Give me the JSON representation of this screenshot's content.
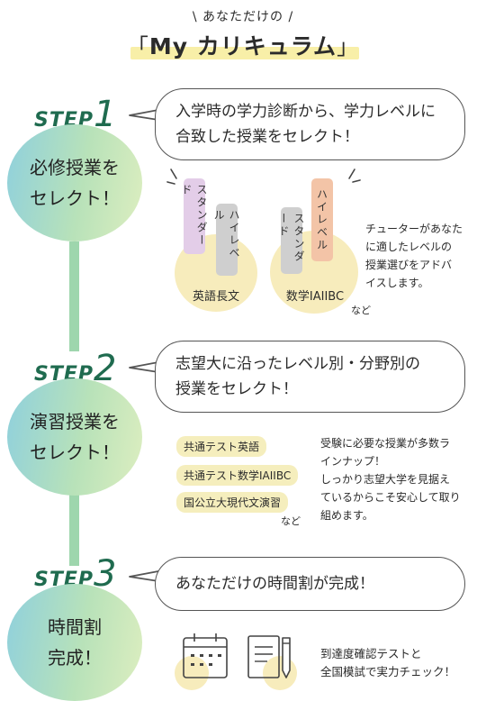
{
  "header": {
    "subtitle": "\\ あなただけの /",
    "bracket_open": "「",
    "title": "My カリキュラム",
    "bracket_close": "」"
  },
  "steps": [
    {
      "word": "STEP",
      "num": "1",
      "circle": "必修授業を\nセレクト！",
      "bubble": "入学時の学力診断から、学力レベルに\n合致した授業をセレクト！"
    },
    {
      "word": "STEP",
      "num": "2",
      "circle": "演習授業を\nセレクト！",
      "bubble": "志望大に沿ったレベル別・分野別の\n授業をセレクト！"
    },
    {
      "word": "STEP",
      "num": "3",
      "circle": "時間割\n完成！",
      "bubble": "あなただけの時間割が完成！"
    }
  ],
  "step1_detail": {
    "group1": {
      "label": "英語長文",
      "tags": [
        "スタンダード",
        "ハイレベル"
      ]
    },
    "group2": {
      "label": "数学IAIIBC",
      "tags": [
        "スタンダード",
        "ハイレベル"
      ]
    },
    "etc": "など",
    "note": "チューターがあなた\nに適したレベルの\n授業選びをアドバ\nイスします。"
  },
  "step2_detail": {
    "chips": [
      "共通テスト英語",
      "共通テスト数学IAIIBC",
      "国公立大現代文演習"
    ],
    "etc": "など",
    "note": "受験に必要な授業が多数ラ\nインナップ！\nしっかり志望大学を見据え\nているからこそ安心して取り\n組めます。"
  },
  "step3_detail": {
    "icons": [
      "calendar-icon",
      "notebook-pen-icon"
    ],
    "note": "到達度確認テストと\n全国模試で実力チェック！"
  },
  "colors": {
    "accent_green": "#1f6b4f",
    "line_green": "#9ed6ad",
    "tag_purple": "#e3cde8",
    "tag_gray": "#cfcfcf",
    "tag_orange": "#f3c4a7",
    "blob_yellow": "#f7ecbc"
  }
}
